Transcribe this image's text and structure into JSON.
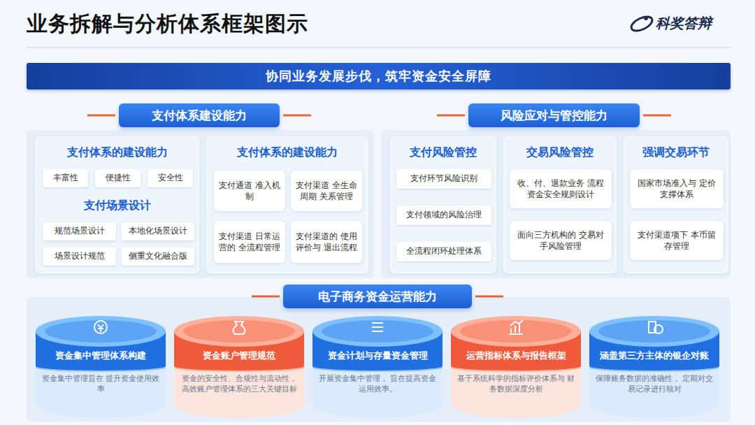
{
  "diagram": {
    "title": "业务拆解与分析体系框架图示",
    "nodes": [
      {
        "text": [
          "协同业务发展步伐，筑牢资金安全屏障"
        ]
      },
      {
        "text": [
          "支付体系建设能力"
        ]
      },
      {
        "text": [
          "支付体系的建设能力",
          "支付场景设计"
        ]
      },
      {
        "text": [
          "丰富性"
        ],
        "in": 2
      },
      {
        "text": [
          "便捷性"
        ],
        "in": 2
      },
      {
        "text": [
          "安全性"
        ],
        "in": 2
      },
      {
        "text": [
          "规范场景设计"
        ],
        "in": 2
      },
      {
        "text": [
          "本地化场景设计"
        ],
        "in": 2
      },
      {
        "text": [
          "场景设计规范"
        ],
        "in": 2
      },
      {
        "text": [
          "侧重文化融合版"
        ],
        "in": 2
      },
      {
        "text": [
          "支付体系的建设能力"
        ]
      },
      {
        "text": [
          "支付通道 准入机制"
        ],
        "in": 10
      },
      {
        "text": [
          "支付渠道 全生命周期 关系管理"
        ],
        "in": 10
      },
      {
        "text": [
          "支付渠道 日常运营的 全流程管理"
        ],
        "in": 10
      },
      {
        "text": [
          "支付渠道的 使用评价与 退出流程"
        ],
        "in": 10
      },
      {
        "text": [
          "风险应对与管控能力"
        ]
      },
      {
        "text": [
          "支付风险管控"
        ]
      },
      {
        "text": [
          "支付环节风险识别"
        ],
        "in": 16
      },
      {
        "text": [
          "支付领域的风险治理"
        ],
        "in": 16
      },
      {
        "text": [
          "全流程闭环处理体系"
        ],
        "in": 16
      },
      {
        "text": [
          "交易风险管控"
        ]
      },
      {
        "text": [
          "收、付、退款业务 流程资金安全规则设计"
        ],
        "in": 20
      },
      {
        "text": [
          "面向三方机构的 交易对手风险管理"
        ],
        "in": 20
      },
      {
        "text": [
          "强调交易环节"
        ]
      },
      {
        "text": [
          "国家市场准入与 定价支撑体系"
        ],
        "in": 23
      },
      {
        "text": [
          "支付渠道项下 本币留存管理"
        ],
        "in": 23
      },
      {
        "text": [
          "电子商务资金运营能力"
        ]
      },
      {
        "text": [
          "资金集中管理体系构建",
          "资金集中管理旨在 提升资金使用效率"
        ]
      },
      {
        "text": [
          "资金账户管理规范",
          "资金的安全性、合规性与流动性， 高效账户管理体系的三大关键目标"
        ]
      },
      {
        "text": [
          "资金计划与存量资金管理",
          "开展资金集中管理， 旨在提高资金运用效率。"
        ]
      },
      {
        "text": [
          "运营指标体系与报告框架",
          "基于系统科学的指标评价体系与 财务数据深度分析"
        ]
      },
      {
        "text": [
          "涵盖第三方主体的银企对账",
          "保障账务数据的准确性， 定期对交易记录进行核对"
        ]
      }
    ],
    "labels": [
      "科奖答辩"
    ]
  }
}
